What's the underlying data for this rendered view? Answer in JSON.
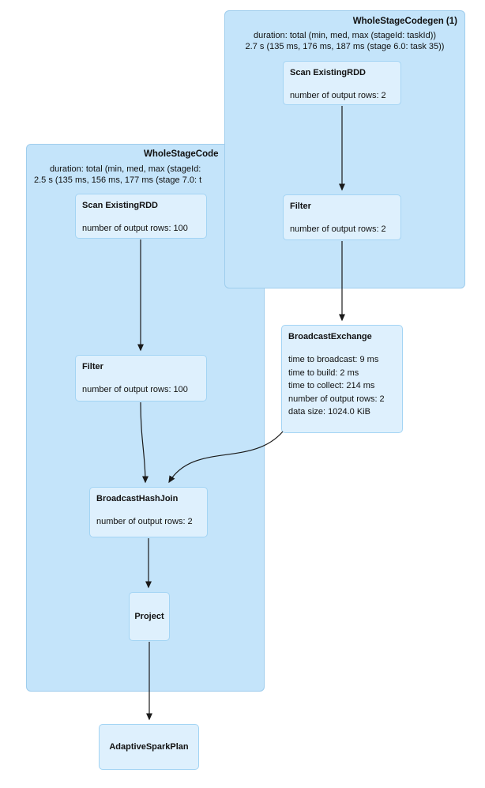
{
  "diagram": {
    "clusters": {
      "codegen1": {
        "title": "WholeStageCodegen (1)",
        "duration_label": "duration: total (min, med, max (stageId: taskId))",
        "duration_value": "2.7 s (135 ms, 176 ms, 187 ms (stage 6.0: task 35))"
      },
      "codegen2": {
        "title_visible": "WholeStageCode",
        "duration_label_visible": "duration: total (min, med, max (stageId:",
        "duration_value_visible": "2.5 s (135 ms, 156 ms, 177 ms (stage 7.0: t"
      }
    },
    "nodes": {
      "scan_existing_rdd_1": {
        "title": "Scan ExistingRDD",
        "metric": "number of output rows: 2"
      },
      "filter_1": {
        "title": "Filter",
        "metric": "number of output rows: 2"
      },
      "broadcast_exchange": {
        "title": "BroadcastExchange",
        "metrics": [
          "time to broadcast: 9 ms",
          "time to build: 2 ms",
          "time to collect: 214 ms",
          "number of output rows: 2",
          "data size: 1024.0 KiB"
        ]
      },
      "scan_existing_rdd_2": {
        "title": "Scan ExistingRDD",
        "metric": "number of output rows: 100"
      },
      "filter_2": {
        "title": "Filter",
        "metric": "number of output rows: 100"
      },
      "broadcast_hash_join": {
        "title": "BroadcastHashJoin",
        "metric": "number of output rows: 2"
      },
      "project": {
        "title": "Project"
      },
      "adaptive_spark_plan": {
        "title": "AdaptiveSparkPlan"
      }
    },
    "colors": {
      "cluster_fill": "#c4e4fa",
      "node_fill": "#def0fd",
      "node_border": "#a3d4f4",
      "edge": "#1a1a1a",
      "text": "#111111"
    }
  }
}
